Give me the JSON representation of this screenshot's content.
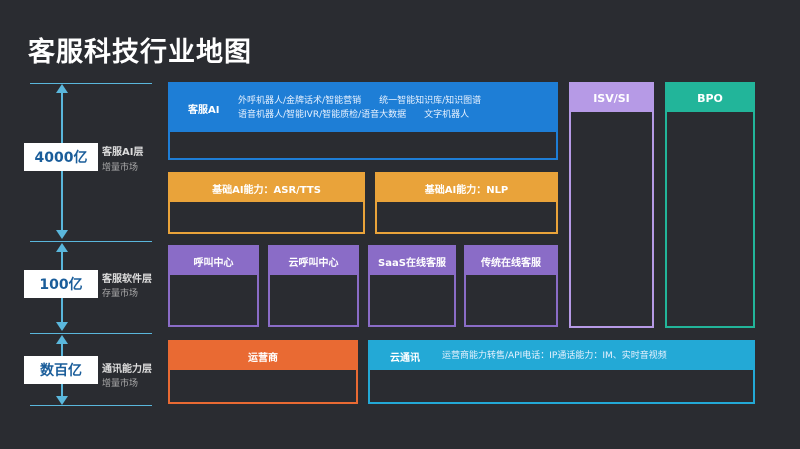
{
  "title": "客服科技行业地图",
  "layers": [
    {
      "value": "4000亿",
      "name": "客服AI层",
      "market": "增量市场"
    },
    {
      "value": "100亿",
      "name": "客服软件层",
      "market": "存量市场"
    },
    {
      "value": "数百亿",
      "name": "通讯能力层",
      "market": "增量市场"
    }
  ],
  "blocks": {
    "ai": {
      "label": "客服AI",
      "line1": "外呼机器人/金牌话术/智能营销　　统一智能知识库/知识图谱",
      "line2": "语音机器人/智能IVR/智能质检/语音大数据　　文字机器人"
    },
    "asr": {
      "label": "基础AI能力：ASR/TTS"
    },
    "nlp": {
      "label": "基础AI能力：NLP"
    },
    "callcenter": {
      "label": "呼叫中心"
    },
    "cloudcall": {
      "label": "云呼叫中心"
    },
    "saas": {
      "label": "SaaS在线客服"
    },
    "traditional": {
      "label": "传统在线客服"
    },
    "isv": {
      "label": "ISV/SI"
    },
    "bpo": {
      "label": "BPO"
    },
    "operator": {
      "label": "运营商"
    },
    "cloudcomm": {
      "label": "云通讯",
      "text": "运营商能力转售/API电话：IP通话能力：IM、实时音视频"
    }
  }
}
